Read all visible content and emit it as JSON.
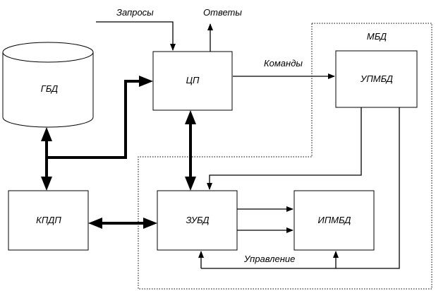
{
  "blocks": {
    "gbd": "ГБД",
    "cp": "ЦП",
    "upmbd": "УПМБД",
    "kpdp": "КПДП",
    "zubd": "ЗУБД",
    "ipmbd": "ИПМБД"
  },
  "groups": {
    "mbd": "МБД"
  },
  "signals": {
    "requests": "Запросы",
    "answers": "Ответы",
    "commands": "Команды",
    "control": "Управление"
  }
}
